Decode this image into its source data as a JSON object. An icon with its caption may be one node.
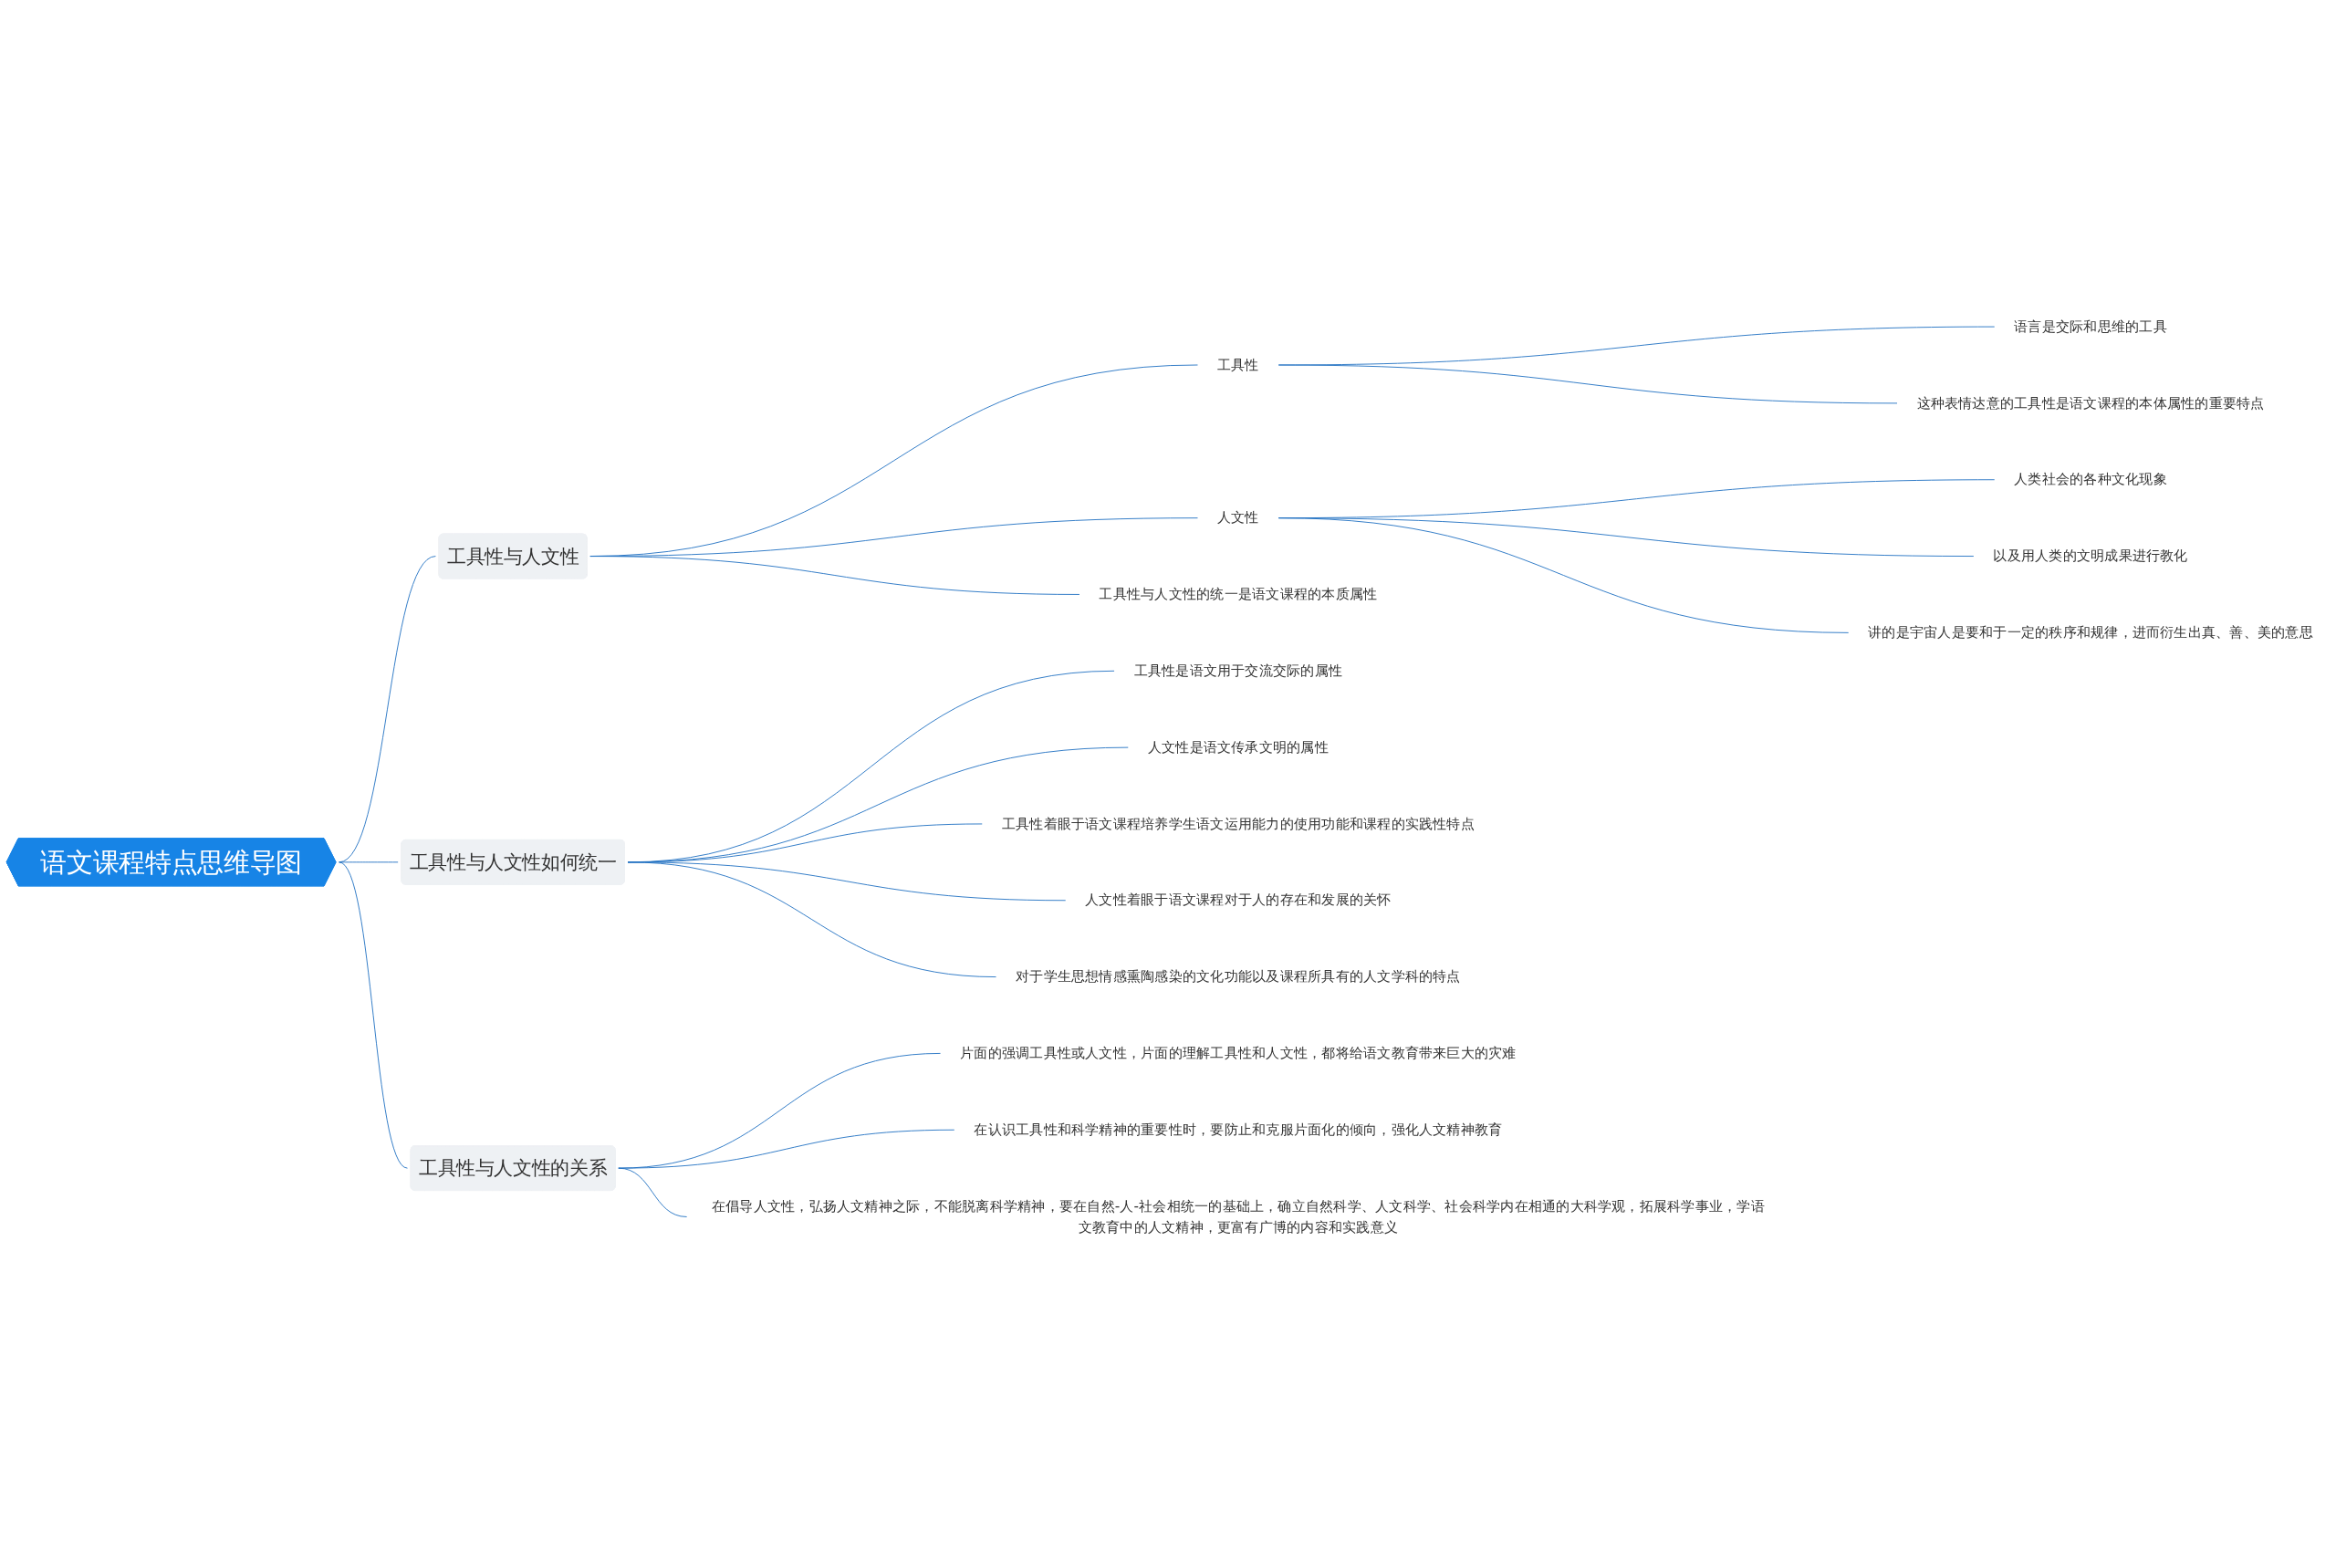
{
  "diagram": {
    "nodes": [
      {
        "text": [
          "语文课程特点思维导图"
        ]
      },
      {
        "text": [
          "工具性与人文性"
        ]
      },
      {
        "text": [
          "工具性"
        ]
      },
      {
        "text": [
          "语言是交际和思维的工具"
        ]
      },
      {
        "text": [
          "这种表情达意的工具性是语文课程的本体属性的重要特点"
        ]
      },
      {
        "text": [
          "人文性"
        ]
      },
      {
        "text": [
          "人类社会的各种文化现象"
        ]
      },
      {
        "text": [
          "以及用人类的文明成果进行教化"
        ]
      },
      {
        "text": [
          "讲的是宇宙人是要和于一定的秩序和规律，进而衍生出真、善、美的意思"
        ]
      },
      {
        "text": [
          "工具性与人文性的统一是语文课程的本质属性"
        ]
      },
      {
        "text": [
          "工具性与人文性如何统一"
        ]
      },
      {
        "text": [
          "工具性是语文用于交流交际的属性"
        ]
      },
      {
        "text": [
          "人文性是语文传承文明的属性"
        ]
      },
      {
        "text": [
          "工具性着眼于语文课程培养学生语文运用能力的使用功能和课程的实践性特点"
        ]
      },
      {
        "text": [
          "人文性着眼于语文课程对于人的存在和发展的关怀"
        ]
      },
      {
        "text": [
          "对于学生思想情感熏陶感染的文化功能以及课程所具有的人文学科的特点"
        ]
      },
      {
        "text": [
          "工具性与人文性的关系"
        ]
      },
      {
        "text": [
          "片面的强调工具性或人文性，片面的理解工具性和人文性，都将给语文教育带来巨大的灾难"
        ]
      },
      {
        "text": [
          "在认识工具性和科学精神的重要性时，要防止和克服片面化的倾向，强化人文精神教育"
        ]
      },
      {
        "text": [
          "在倡导人文性，弘扬人文精神之际，不能脱离科学精神，要在自然-人-社会相统一的基础上，确立自然科学、人文科学、社会科学内在相通的大科学观，拓展科学事业，学语文教育中的人文精神，更富有广博的内容和实践意义"
        ]
      }
    ],
    "edges": [
      {
        "from": 0,
        "to": 1,
        "arrow": "none"
      },
      {
        "from": 1,
        "to": 2,
        "arrow": "none"
      },
      {
        "from": 2,
        "to": 3,
        "arrow": "none"
      },
      {
        "from": 2,
        "to": 4,
        "arrow": "none"
      },
      {
        "from": 1,
        "to": 5,
        "arrow": "none"
      },
      {
        "from": 5,
        "to": 6,
        "arrow": "none"
      },
      {
        "from": 5,
        "to": 7,
        "arrow": "none"
      },
      {
        "from": 5,
        "to": 8,
        "arrow": "none"
      },
      {
        "from": 1,
        "to": 9,
        "arrow": "none"
      },
      {
        "from": 0,
        "to": 10,
        "arrow": "none"
      },
      {
        "from": 10,
        "to": 11,
        "arrow": "none"
      },
      {
        "from": 10,
        "to": 12,
        "arrow": "none"
      },
      {
        "from": 10,
        "to": 13,
        "arrow": "none"
      },
      {
        "from": 10,
        "to": 14,
        "arrow": "none"
      },
      {
        "from": 10,
        "to": 15,
        "arrow": "none"
      },
      {
        "from": 0,
        "to": 16,
        "arrow": "none"
      },
      {
        "from": 16,
        "to": 17,
        "arrow": "none"
      },
      {
        "from": 16,
        "to": 18,
        "arrow": "none"
      },
      {
        "from": 16,
        "to": 19,
        "arrow": "none"
      }
    ]
  }
}
